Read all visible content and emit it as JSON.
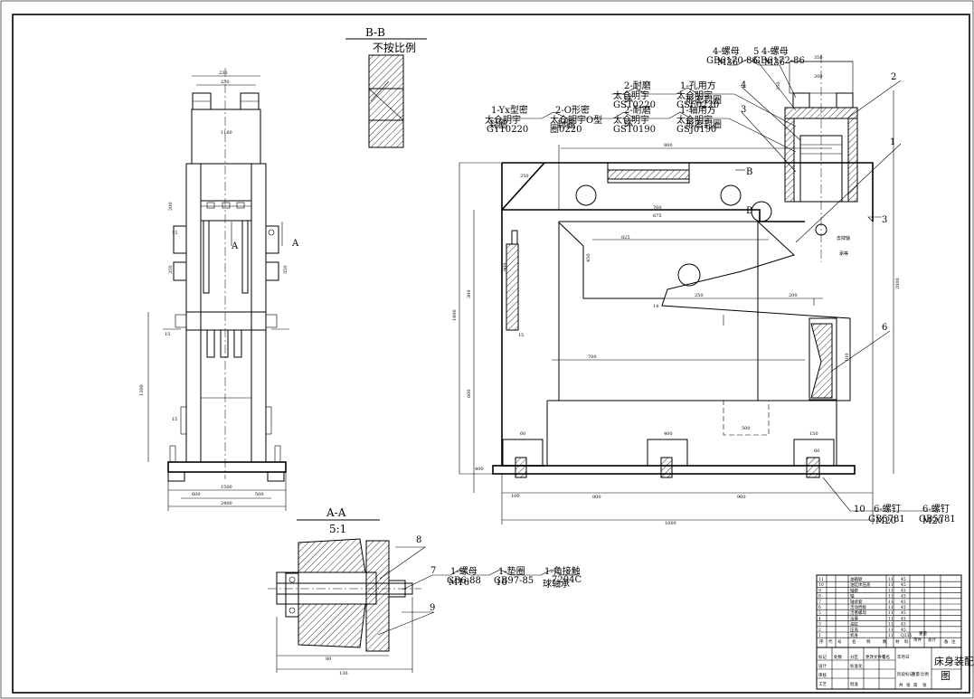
{
  "views": {
    "bb": {
      "label": "B-B",
      "scale": "不按比例"
    },
    "aa": {
      "label": "A-A",
      "scale": "5:1"
    }
  },
  "callouts": {
    "c_yx_seal": {
      "name": "1-Yx型密",
      "line2": "太仓明宇",
      "line3": "GY10220",
      "extra": "封圈"
    },
    "c_o_seal": {
      "name": "2-O形密",
      "line2": "太仓明宇O型",
      "line3": "圈0220",
      "extra": "封圈"
    },
    "c_wear_a": {
      "name": "2-耐磨",
      "line2": "太仓明宇",
      "line3": "GST0220",
      "extra": "环"
    },
    "c_wear_b": {
      "name": "2-耐磨",
      "line2": "太仓明宇",
      "line3": "GST0190",
      "extra": "环"
    },
    "c_hole_seal": {
      "name": "1-孔用方",
      "line2": "太仓明宇",
      "line3": "GSF0220",
      "extra": "形密封圈"
    },
    "c_shaft_seal": {
      "name": "1-轴用方",
      "line2": "太仓明宇",
      "line3": "GSJ0190",
      "extra": "形密封圈"
    },
    "c_nut_a": {
      "name": "4-螺母",
      "line2": "GB6170-86",
      "extra": "M36"
    },
    "c_nut_b": {
      "name": "4-螺母",
      "line2": "GB6172-86",
      "extra": "M36"
    },
    "c_screw_a": {
      "name": "6-螺钉",
      "line2": "GB5781",
      "extra": "M20"
    },
    "c_screw_b": {
      "name": "6-螺钉",
      "line2": "GB5781",
      "extra": "M20"
    },
    "c_nut_c": {
      "name": "1-螺母",
      "line2": "GB6-88",
      "extra": "M16"
    },
    "c_washer": {
      "name": "1-垫圈",
      "line2": "GB97-85",
      "extra": "16"
    },
    "c_bearing": {
      "name": "1-角接触",
      "line2": "球轴承",
      "extra": "7204C"
    }
  },
  "balloons": [
    "1",
    "2",
    "3",
    "3",
    "4",
    "5",
    "6",
    "7",
    "8",
    "9",
    "10"
  ],
  "notes": {
    "remove_shaft": "去掉轴",
    "remove_shaft_2": "承等"
  },
  "section_marks": {
    "a": "A",
    "b": "B"
  },
  "dims": {
    "front": [
      "230",
      "230",
      "1160",
      "2400",
      "1300",
      "1500",
      "200",
      "350",
      "15",
      "15",
      "350",
      "600",
      "500",
      "15"
    ],
    "side": [
      "1000",
      "1800",
      "800",
      "600",
      "900",
      "300",
      "700",
      "800",
      "700",
      "900",
      "675",
      "825",
      "450",
      "250",
      "200",
      "400",
      "250",
      "100",
      "14",
      "100",
      "60",
      "15",
      "150",
      "60",
      "400",
      "500",
      "350",
      "200",
      "2000",
      "350"
    ],
    "detail": [
      "80",
      "130"
    ]
  },
  "bom": {
    "rows": [
      [
        "11",
        "",
        "",
        "油箱联",
        "11",
        "45"
      ],
      [
        "10",
        "",
        "",
        "油缸体压盖",
        "11",
        "45"
      ],
      [
        "9",
        "",
        "",
        "轴套",
        "11",
        "45"
      ],
      [
        "8",
        "",
        "",
        "轴",
        "11",
        "45"
      ],
      [
        "7",
        "",
        "",
        "轴承套",
        "11",
        "45"
      ],
      [
        "6",
        "",
        "",
        "活动挡板",
        "11",
        "45"
      ],
      [
        "5",
        "",
        "",
        "活塞螺母",
        "11",
        "45"
      ],
      [
        "4",
        "",
        "",
        "活塞",
        "11",
        "45"
      ],
      [
        "3",
        "",
        "",
        "油缸",
        "11",
        "45"
      ],
      [
        "2",
        "",
        "",
        "压盖",
        "11",
        "45"
      ],
      [
        "1",
        "",
        "",
        "机身",
        "11",
        "Q235"
      ]
    ],
    "header": [
      "序",
      "代",
      "号",
      "名",
      "称",
      "数",
      "材",
      "料",
      "单件",
      "总计",
      "备",
      "注"
    ],
    "mass_label": "重量"
  },
  "title_block": {
    "drawing_name": "床身装配",
    "drawing_name_2": "图",
    "cells": [
      "标记",
      "处数",
      "分区",
      "更改文件号",
      "签名",
      "年月日",
      "设计",
      "标准化",
      "阶段标记",
      "重量",
      "比例",
      "审核",
      "工艺",
      "批准",
      "共",
      "张",
      "第",
      "张"
    ]
  }
}
